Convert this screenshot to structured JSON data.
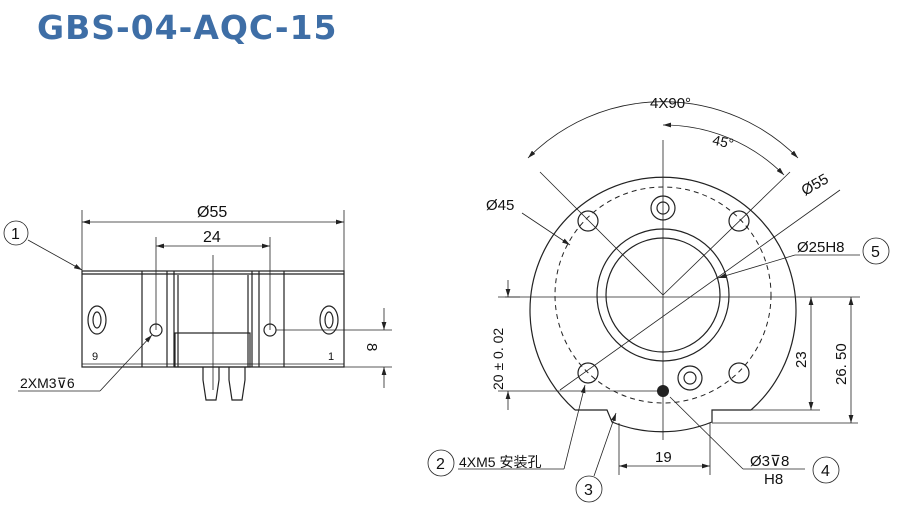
{
  "title": "GBS-04-AQC-15",
  "colors": {
    "title": "#3e6ea6",
    "lines": "#222222"
  },
  "side_view": {
    "dim_outer": "Ø55",
    "dim_holes": "24",
    "dim_height": "8",
    "callout_1": "1",
    "hole_note": "2XM3⊽6",
    "marks": [
      "9",
      "1"
    ]
  },
  "front_view": {
    "angle_all": "4X90°",
    "angle_half": "45°",
    "dim_d55": "Ø55",
    "dim_d45": "Ø45",
    "dim_bore": "Ø25H8",
    "dim_vertical_tol": "20 ± 0. 02",
    "dim_23": "23",
    "dim_26_50": "26. 50",
    "dim_19": "19",
    "pin_note_line1": "Ø3⊽8",
    "pin_note_line2": "H8",
    "mount_note": "4XM5 安装孔",
    "callouts": [
      "2",
      "3",
      "4",
      "5"
    ]
  }
}
